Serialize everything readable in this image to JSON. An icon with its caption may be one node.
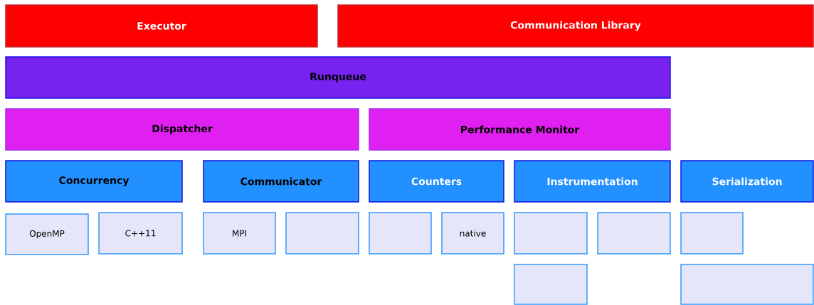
{
  "diagram": {
    "nodes": [
      {
        "text": [
          "Executor"
        ]
      },
      {
        "text": [
          "Communication Library"
        ]
      },
      {
        "text": [
          "Runqueue"
        ]
      },
      {
        "text": [
          "Dispatcher"
        ]
      },
      {
        "text": [
          "Performance Monitor"
        ]
      },
      {
        "text": [
          "Concurrency"
        ]
      },
      {
        "text": [
          "Communicator"
        ]
      },
      {
        "text": [
          "Counters"
        ]
      },
      {
        "text": [
          "Instrumentation"
        ]
      },
      {
        "text": [
          "Serialization"
        ]
      },
      {
        "text": [
          "OpenMP"
        ]
      },
      {
        "text": [
          "C++11"
        ]
      },
      {
        "text": [
          "MPI"
        ]
      },
      {
        "text": [],
        "shape": "box"
      },
      {
        "text": [],
        "shape": "box"
      },
      {
        "text": [
          "native"
        ]
      },
      {
        "text": [],
        "shape": "box"
      },
      {
        "text": [],
        "shape": "box"
      },
      {
        "text": [],
        "shape": "box"
      },
      {
        "text": [],
        "shape": "box"
      },
      {
        "text": [],
        "shape": "box"
      }
    ]
  }
}
